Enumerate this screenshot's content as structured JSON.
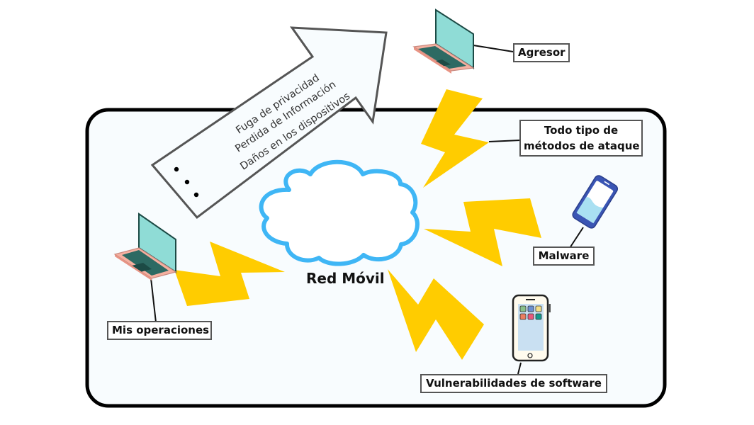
{
  "diagram": {
    "center": {
      "label": "Red Móvil",
      "icon": "cloud-icon"
    },
    "impact_arrow": {
      "lines": [
        "Fuga de privacidad",
        "Perdida de Información",
        "Daños en los dispositivos"
      ],
      "ellipsis": "…"
    },
    "nodes": [
      {
        "id": "agresor",
        "label": "Agresor",
        "icon": "laptop-icon"
      },
      {
        "id": "mis-operaciones",
        "label": "Mis operaciones",
        "icon": "laptop-icon"
      },
      {
        "id": "malware",
        "label": "Malware",
        "icon": "smartphone-icon"
      },
      {
        "id": "vulnerabilidades",
        "label": "Vulnerabilidades de software",
        "icon": "smartphone-apps-icon"
      }
    ],
    "attack_label": [
      "Todo tipo de",
      "métodos de ataque"
    ],
    "colors": {
      "frame": "#000000",
      "frame_fill": "#f8fcfe",
      "bolt": "#ffcc00",
      "cloud_stroke": "#3fb6f5",
      "arrow_stroke": "#555555",
      "laptop_screen": "#8fdcd6",
      "laptop_base": "#f6b0a0",
      "laptop_dark": "#1c4a45",
      "phone_blue": "#3a55b4",
      "phone_screen": "#a9e0f2",
      "phone_body": "#fffbee",
      "phone_app_screen": "#c9e0f2"
    }
  }
}
